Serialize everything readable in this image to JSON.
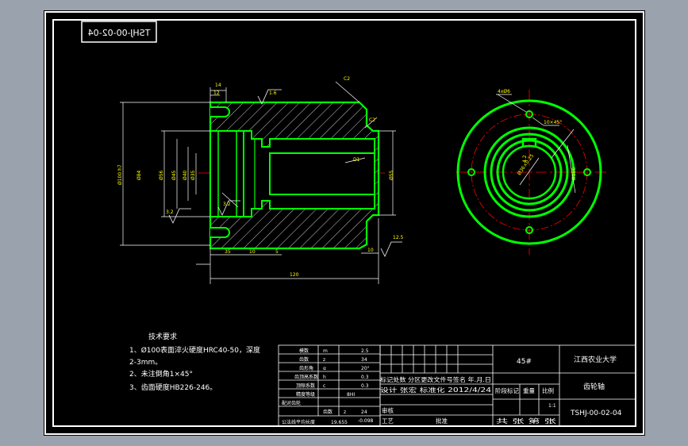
{
  "drawing_number_mirrored": "TSHJ-00-02-04",
  "section_view": {
    "dimensions": {
      "top_14": "14",
      "top_12": "12",
      "surface_finish_top": "1.6",
      "surface_finish_bore": "3.2",
      "surface_finish_left": "3.2",
      "surface_finish_right": "12.5",
      "chamfer_left": "C2",
      "chamfer_right": "C2",
      "phi_outer": "Ø100 h7",
      "phi_84": "Ø84",
      "phi_56": "Ø56",
      "phi_45": "Ø45",
      "phi_40": "Ø40",
      "phi_35": "Ø35",
      "phi_55": "Ø55",
      "bore_d1": "D1",
      "bottom_35": "35",
      "bottom_10a": "10",
      "bottom_5": "5",
      "bottom_10b": "10",
      "overall_length": "120"
    }
  },
  "end_view": {
    "hole_callout": "4xØ6",
    "angle_callout": "10×45°",
    "keyway_depth": "4.2",
    "keyway_note": "Ø36×0.25",
    "outer_dim": "Ø100"
  },
  "technical_requirements": {
    "title": "技术要求",
    "items": [
      "1、Ø100表面淬火硬度HRC40-50，深度",
      "2-3mm。",
      "2、未注倒角1×45°",
      "3、齿面硬度HB226-246。"
    ]
  },
  "gear_params": {
    "rows": [
      {
        "label": "模数",
        "sym": "m",
        "value": "2.5"
      },
      {
        "label": "齿数",
        "sym": "z",
        "value": "34"
      },
      {
        "label": "齿形角",
        "sym": "α",
        "value": "20°"
      },
      {
        "label": "齿顶高系数",
        "sym": "h",
        "value": "0.3"
      },
      {
        "label": "顶隙系数",
        "sym": "c",
        "value": "0.3"
      },
      {
        "label": "精度等级",
        "sym": "",
        "value": "8HI"
      },
      {
        "label": "配对齿轮",
        "sym": "",
        "value": ""
      },
      {
        "label": "",
        "sym": "齿数",
        "value": "z"
      },
      {
        "label": "公法线平均长度",
        "sym": "",
        "value": "19.655"
      }
    ],
    "extra_value": "24",
    "extra_tail": "-0.098"
  },
  "title_block": {
    "material": "45#",
    "school": "江西农业大学",
    "part_name": "齿轮轴",
    "drawing_no": "TSHJ-00-02-04",
    "revision_row": "标记处数 分区更改文件号签名 年.月.日",
    "design_row": "设计 张宏 标准化 2012/4/24",
    "stage_label": "阶段标记",
    "weight_label": "重量",
    "scale_label": "比例",
    "scale_value": "1:1",
    "review_label": "审核",
    "process_label": "工艺",
    "approve_label": "批准",
    "sheet_row": "共  张  第  张"
  },
  "colors": {
    "green": "#00ff00",
    "white": "#ffffff",
    "red": "#ff0000",
    "yellow": "#ffff00",
    "cyan": "#00ffff",
    "background": "#000000"
  }
}
